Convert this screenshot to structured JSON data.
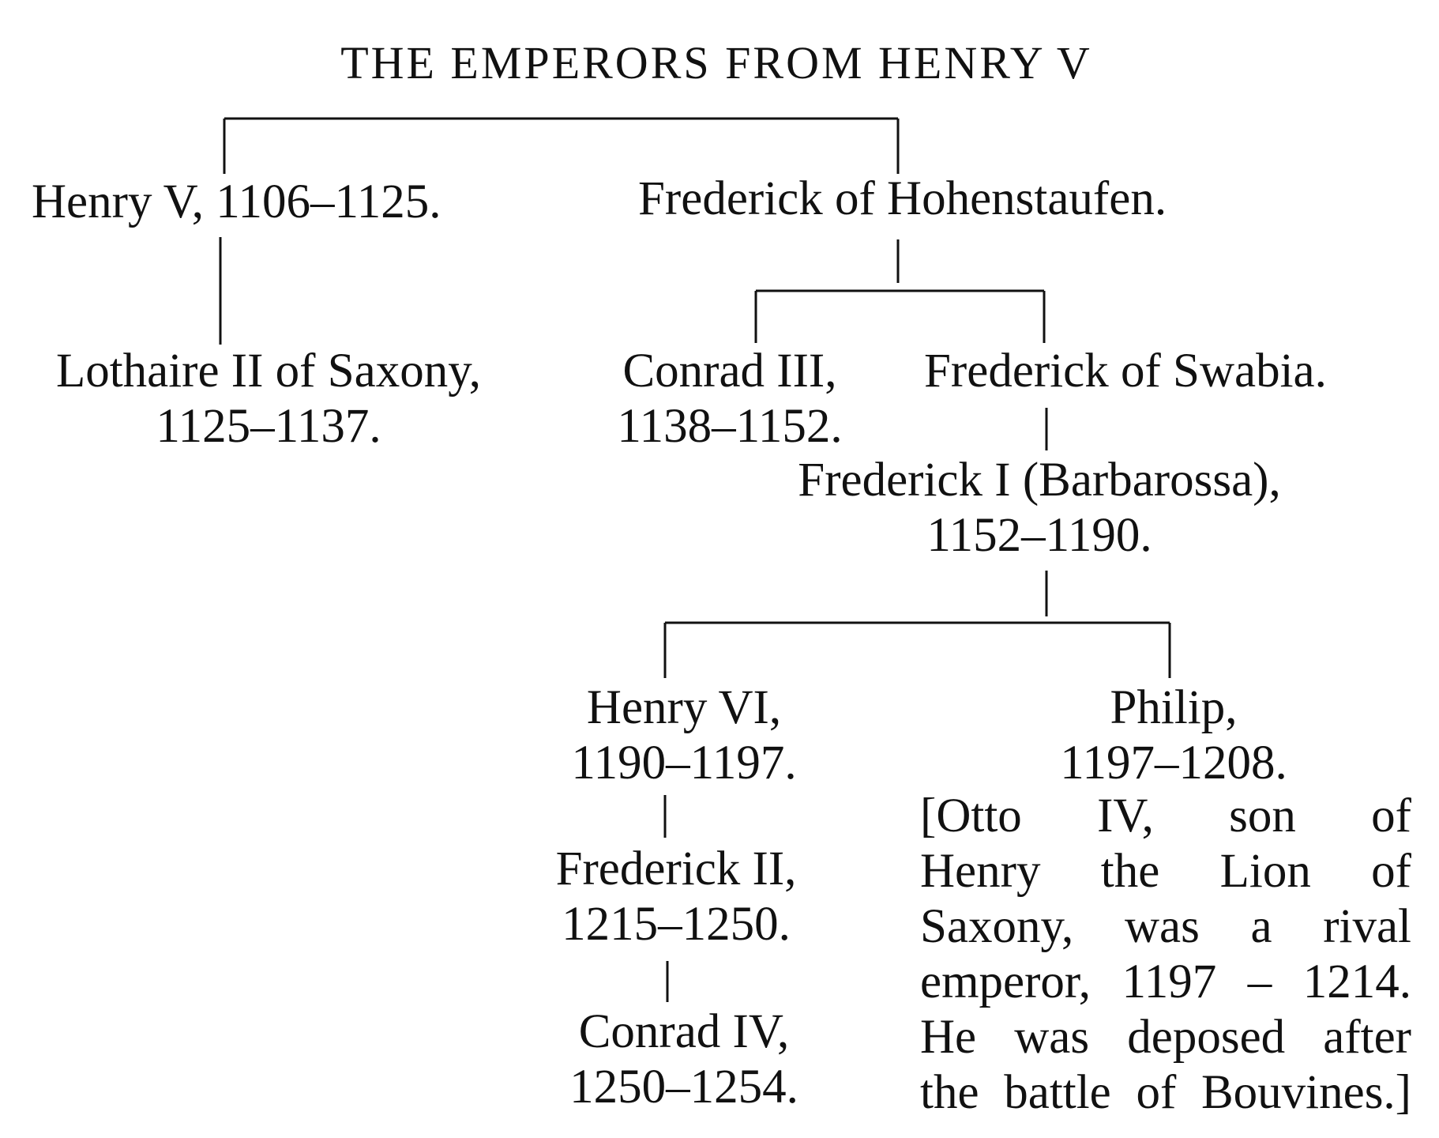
{
  "title": "THE EMPERORS FROM HENRY V",
  "people": {
    "henry_v": {
      "name": "Henry V, 1106–1125."
    },
    "frederick_hohenstaufen": {
      "name": "Frederick of Hohenstaufen."
    },
    "lothaire_ii": {
      "name": "Lothaire II of Saxony,",
      "dates": "1125–1137."
    },
    "conrad_iii": {
      "name": "Conrad III,",
      "dates": "1138–1152."
    },
    "frederick_swabia": {
      "name": "Frederick of Swabia."
    },
    "frederick_i": {
      "name": "Frederick I (Barbarossa),",
      "dates": "1152–1190."
    },
    "henry_vi": {
      "name": "Henry VI,",
      "dates": "1190–1197."
    },
    "philip": {
      "name": "Philip,",
      "dates": "1197–1208."
    },
    "frederick_ii": {
      "name": "Frederick II,",
      "dates": "1215–1250."
    },
    "conrad_iv": {
      "name": "Conrad IV,",
      "dates": "1250–1254."
    }
  },
  "note": {
    "lines": [
      "[Otto IV, son of",
      "Henry the Lion of",
      "Saxony, was a rival",
      "emperor, 1197 – 1214.",
      "He was deposed after",
      "the battle of Bouvines.]"
    ]
  },
  "colors": {
    "ink": "#111111",
    "paper": "#ffffff"
  }
}
